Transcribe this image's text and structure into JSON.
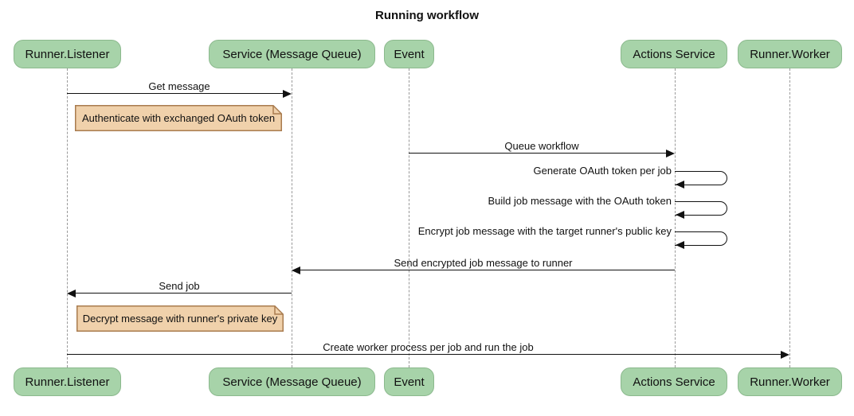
{
  "title": "Running workflow",
  "actors": [
    {
      "label": "Runner.Listener"
    },
    {
      "label": "Service (Message Queue)"
    },
    {
      "label": "Event"
    },
    {
      "label": "Actions Service"
    },
    {
      "label": "Runner.Worker"
    }
  ],
  "messages": {
    "get_message": "Get message",
    "queue_workflow": "Queue workflow",
    "generate_token": "Generate OAuth token per job",
    "build_job_message": "Build job message with the OAuth token",
    "encrypt_job_message": "Encrypt job message with the target runner's public key",
    "send_encrypted": "Send encrypted job message to runner",
    "send_job": "Send job",
    "create_worker": "Create worker process per job and run the job"
  },
  "notes": {
    "authenticate": "Authenticate with exchanged OAuth token",
    "decrypt": "Decrypt message with runner's private key"
  },
  "colors": {
    "actor_fill": "#a7d3a9",
    "actor_border": "#8bb98d",
    "note_fill": "#f0d1ab",
    "note_border": "#a97c4f",
    "lifeline": "#999999",
    "arrow": "#111111",
    "text": "#111111",
    "bg": "#ffffff"
  }
}
